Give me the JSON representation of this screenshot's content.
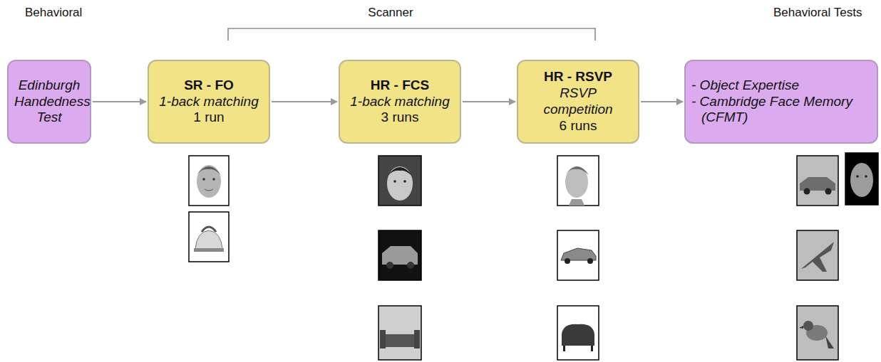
{
  "diagram": {
    "nodes": [
      {
        "text": [
          "Edinburgh Handedness Test"
        ]
      },
      {
        "text": [
          "SR - FO",
          "1-back matching",
          "1 run"
        ]
      },
      {
        "text": [
          "HR - FCS",
          "1-back matching",
          "3 runs"
        ]
      },
      {
        "text": [
          "HR - RSVP",
          "RSVP competition",
          "6 runs"
        ]
      },
      {
        "text": [
          "- Object Expertise",
          "- Cambridge Face Memory (CFMT)"
        ]
      }
    ],
    "edges": [
      {
        "from": 0,
        "to": 1,
        "arrow": "to"
      },
      {
        "from": 1,
        "to": 2,
        "arrow": "to"
      },
      {
        "from": 2,
        "to": 3,
        "arrow": "to"
      },
      {
        "from": 3,
        "to": 4,
        "arrow": "to"
      }
    ],
    "labels": [
      "Behavioral",
      "Scanner",
      "Behavioral Tests"
    ]
  }
}
